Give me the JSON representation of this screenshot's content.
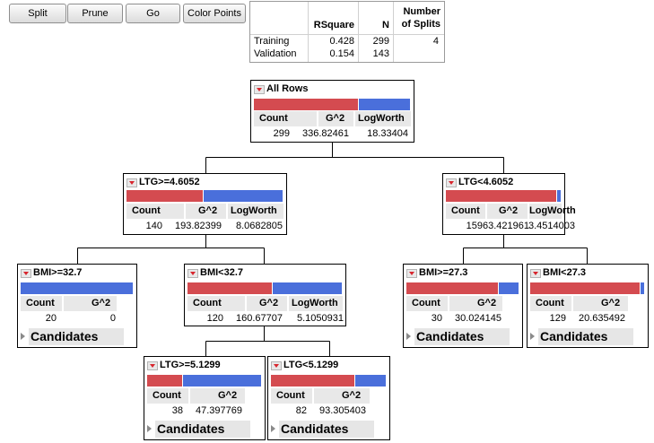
{
  "toolbar": {
    "split_label": "Split",
    "prune_label": "Prune",
    "go_label": "Go",
    "color_points_label": "Color Points"
  },
  "summary": {
    "headers": {
      "rsquare": "RSquare",
      "n": "N",
      "splits_line1": "Number",
      "splits_line2": "of Splits"
    },
    "rows": [
      {
        "label": "Training",
        "rsquare": "0.428",
        "n": "299",
        "splits": "4"
      },
      {
        "label": "Validation",
        "rsquare": "0.154",
        "n": "143",
        "splits": ""
      }
    ]
  },
  "colors": {
    "red": "#d44b50",
    "blue": "#4a6fdb",
    "header_gray": "#e8e8e8"
  },
  "stats_headers": {
    "count": "Count",
    "g2": "G^2",
    "logworth": "LogWorth"
  },
  "candidates_label": "Candidates",
  "nodes": {
    "root": {
      "title": "All Rows",
      "count": "299",
      "g2": "336.82461",
      "logworth": "18.33404",
      "red_fraction": 0.67
    },
    "ltg_ge": {
      "title": "LTG>=4.6052",
      "count": "140",
      "g2": "193.82399",
      "logworth": "8.0682805",
      "red_fraction": 0.49
    },
    "ltg_lt": {
      "title": "LTG<4.6052",
      "count": "159",
      "g2": "63.421961",
      "logworth": "3.4514003",
      "red_fraction": 0.97
    },
    "bmi_ge_327": {
      "title": "BMI>=32.7",
      "count": "20",
      "g2": "0",
      "red_fraction": 0.0
    },
    "bmi_lt_327": {
      "title": "BMI<32.7",
      "count": "120",
      "g2": "160.67707",
      "logworth": "5.1050931",
      "red_fraction": 0.55
    },
    "bmi_ge_273": {
      "title": "BMI>=27.3",
      "count": "30",
      "g2": "30.024145",
      "red_fraction": 0.82
    },
    "bmi_lt_273": {
      "title": "BMI<27.3",
      "count": "129",
      "g2": "20.635492",
      "red_fraction": 0.97
    },
    "ltg_ge_51": {
      "title": "LTG>=5.1299",
      "count": "38",
      "g2": "47.397769",
      "red_fraction": 0.31
    },
    "ltg_lt_51": {
      "title": "LTG<5.1299",
      "count": "82",
      "g2": "93.305403",
      "red_fraction": 0.73
    }
  }
}
